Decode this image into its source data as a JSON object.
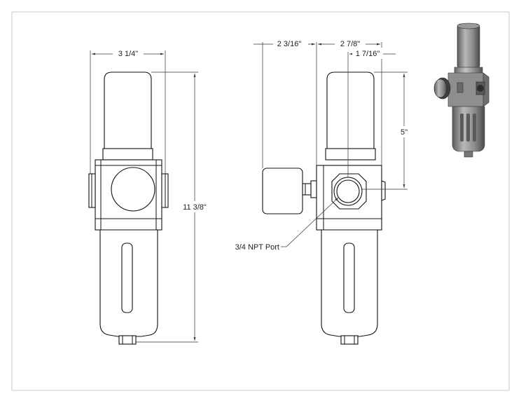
{
  "drawing": {
    "dimensions": {
      "width_front": "3 1/4\"",
      "height_total": "11 3/8\"",
      "gauge_offset": "2 3/16\"",
      "depth_side": "2 7/8\"",
      "port_offset": "1 7/16\"",
      "port_height": "5\""
    },
    "callouts": {
      "port": "3/4 NPT Port"
    }
  },
  "colors": {
    "line": "#111111",
    "background": "#ffffff",
    "frame": "#c9c9c9",
    "render_body": "#8c8c8c",
    "render_dark": "#4a4a4a"
  }
}
